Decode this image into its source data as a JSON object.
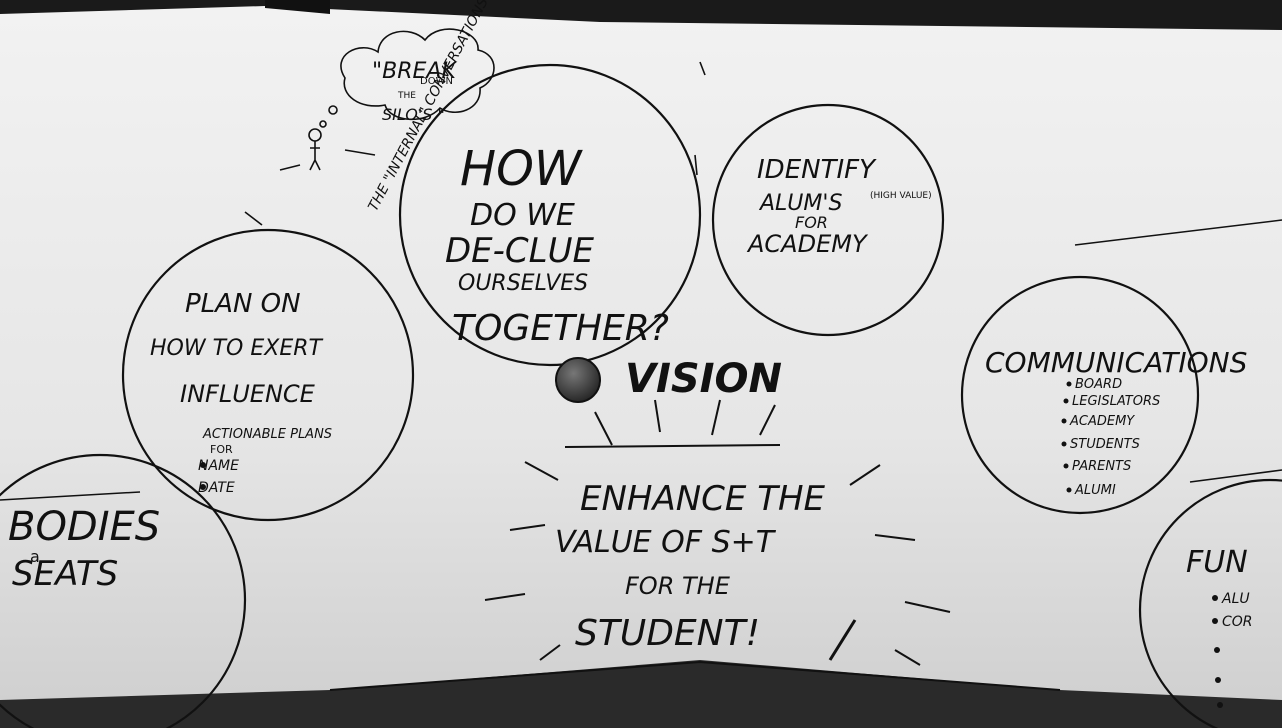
{
  "whiteboard": {
    "top_note": {
      "break_down": "\"BREAK",
      "down": "DOWN",
      "the": "THE",
      "silos": "SILO'S \"",
      "the_internal": "THE \"INTERNAL\" CONVERSATIONS"
    },
    "center_question": {
      "line1": "HOW",
      "line2": "DO WE",
      "line3": "DE-CLUE",
      "line4": "OURSELVES",
      "line5": "TOGETHER?"
    },
    "identify": {
      "line1": "IDENTIFY",
      "line2": "ALUM'S",
      "note": "(HIGH VALUE)",
      "line3": "FOR",
      "line4": "ACADEMY"
    },
    "plan": {
      "line1": "PLAN ON",
      "line2": "HOW TO EXERT",
      "line3": "INFLUENCE",
      "line4": "ACTIONABLE PLANS",
      "line5": "FOR",
      "bullets": [
        "NAME",
        "DATE"
      ]
    },
    "vision_label": "VISION",
    "enhance": {
      "line1": "ENHANCE THE",
      "line2": "VALUE OF S+T",
      "line3": "FOR THE",
      "line4": "STUDENT!"
    },
    "communications": {
      "title": "COMMUNICATIONS",
      "bullets": [
        "BOARD",
        "LEGISLATORS",
        "ACADEMY",
        "STUDENTS",
        "PARENTS",
        "ALUMI"
      ]
    },
    "bodies": {
      "line1": "BODIES",
      "line2": "a",
      "line3": "SEATS"
    },
    "fun": {
      "title": "FUN",
      "bullets": [
        "ALU",
        "COR"
      ]
    }
  },
  "colors": {
    "board": "#ececec",
    "ink": "#111111",
    "dot": "#3a3a3a",
    "frame": "#1a1a1a"
  }
}
